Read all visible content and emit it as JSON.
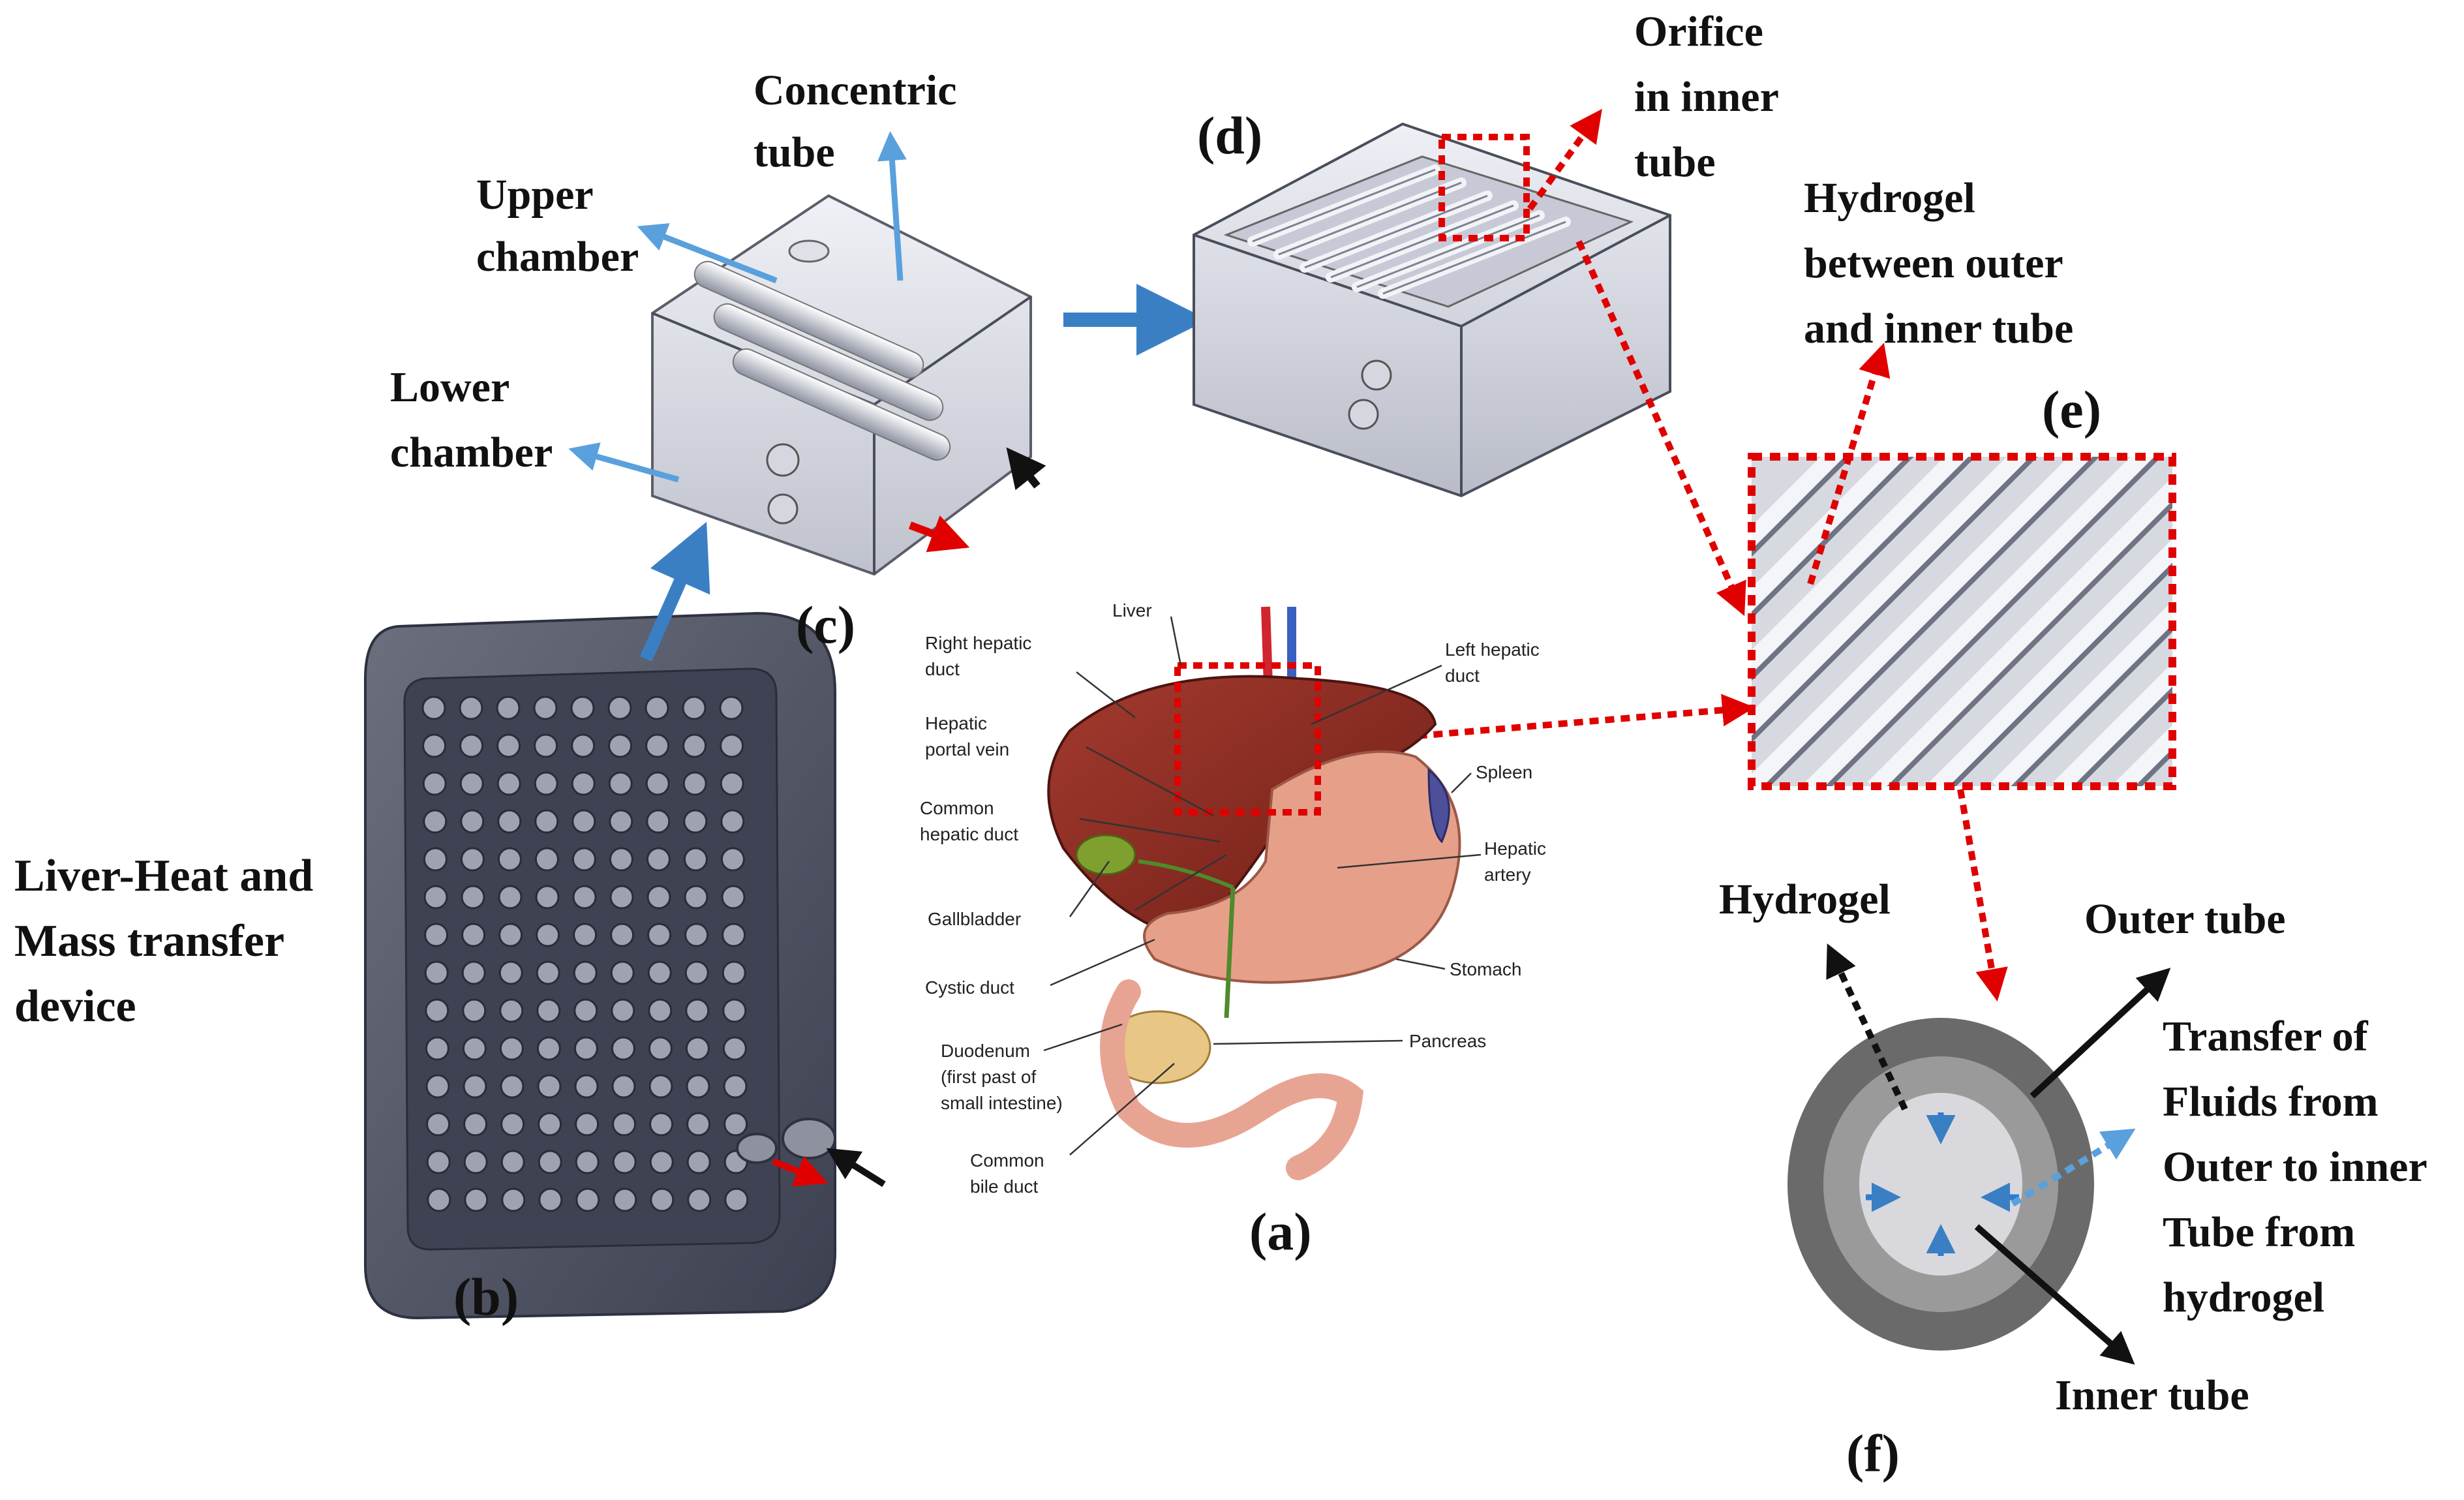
{
  "panels": {
    "a": "(a)",
    "b": "(b)",
    "c": "(c)",
    "d": "(d)",
    "e": "(e)",
    "f": "(f)"
  },
  "device_title": [
    "Liver-Heat and",
    "Mass transfer",
    "device"
  ],
  "chamber_labels": {
    "concentric_tube": [
      "Concentric",
      "tube"
    ],
    "upper_chamber": [
      "Upper",
      "chamber"
    ],
    "lower_chamber": [
      "Lower",
      "chamber"
    ]
  },
  "orifice_label": [
    "Orifice",
    "in inner",
    "tube"
  ],
  "hydrogel_between": [
    "Hydrogel",
    "between outer",
    "and inner tube"
  ],
  "cross_section": {
    "hydrogel": "Hydrogel",
    "outer_tube": "Outer tube",
    "inner_tube": "Inner tube",
    "transfer": [
      "Transfer of",
      "Fluids from",
      "Outer to inner",
      "Tube from",
      "hydrogel"
    ]
  },
  "anatomy": {
    "liver": "Liver",
    "right_hepatic_duct": [
      "Right hepatic",
      "duct"
    ],
    "hepatic_portal_vein": [
      "Hepatic",
      "portal vein"
    ],
    "common_hepatic_duct": [
      "Common",
      "hepatic duct"
    ],
    "gallbladder": "Gallbladder",
    "cystic_duct": "Cystic duct",
    "duodenum": [
      "Duodenum",
      "(first past of",
      "small intestine)"
    ],
    "common_bile_duct": [
      "Common",
      "bile duct"
    ],
    "left_hepatic_duct": [
      "Left hepatic",
      "duct"
    ],
    "spleen": "Spleen",
    "hepatic_artery": [
      "Hepatic",
      "artery"
    ],
    "stomach": "Stomach",
    "pancreas": "Pancreas"
  },
  "colors": {
    "blue_arrow": "#3a7fc4",
    "red_dotted": "#e00000",
    "device_gray": "#4b4f5c",
    "outer_ring": "#6a6a6a",
    "hydrogel_ring": "#9a9a9a",
    "inner_core": "#d9d9dd"
  }
}
